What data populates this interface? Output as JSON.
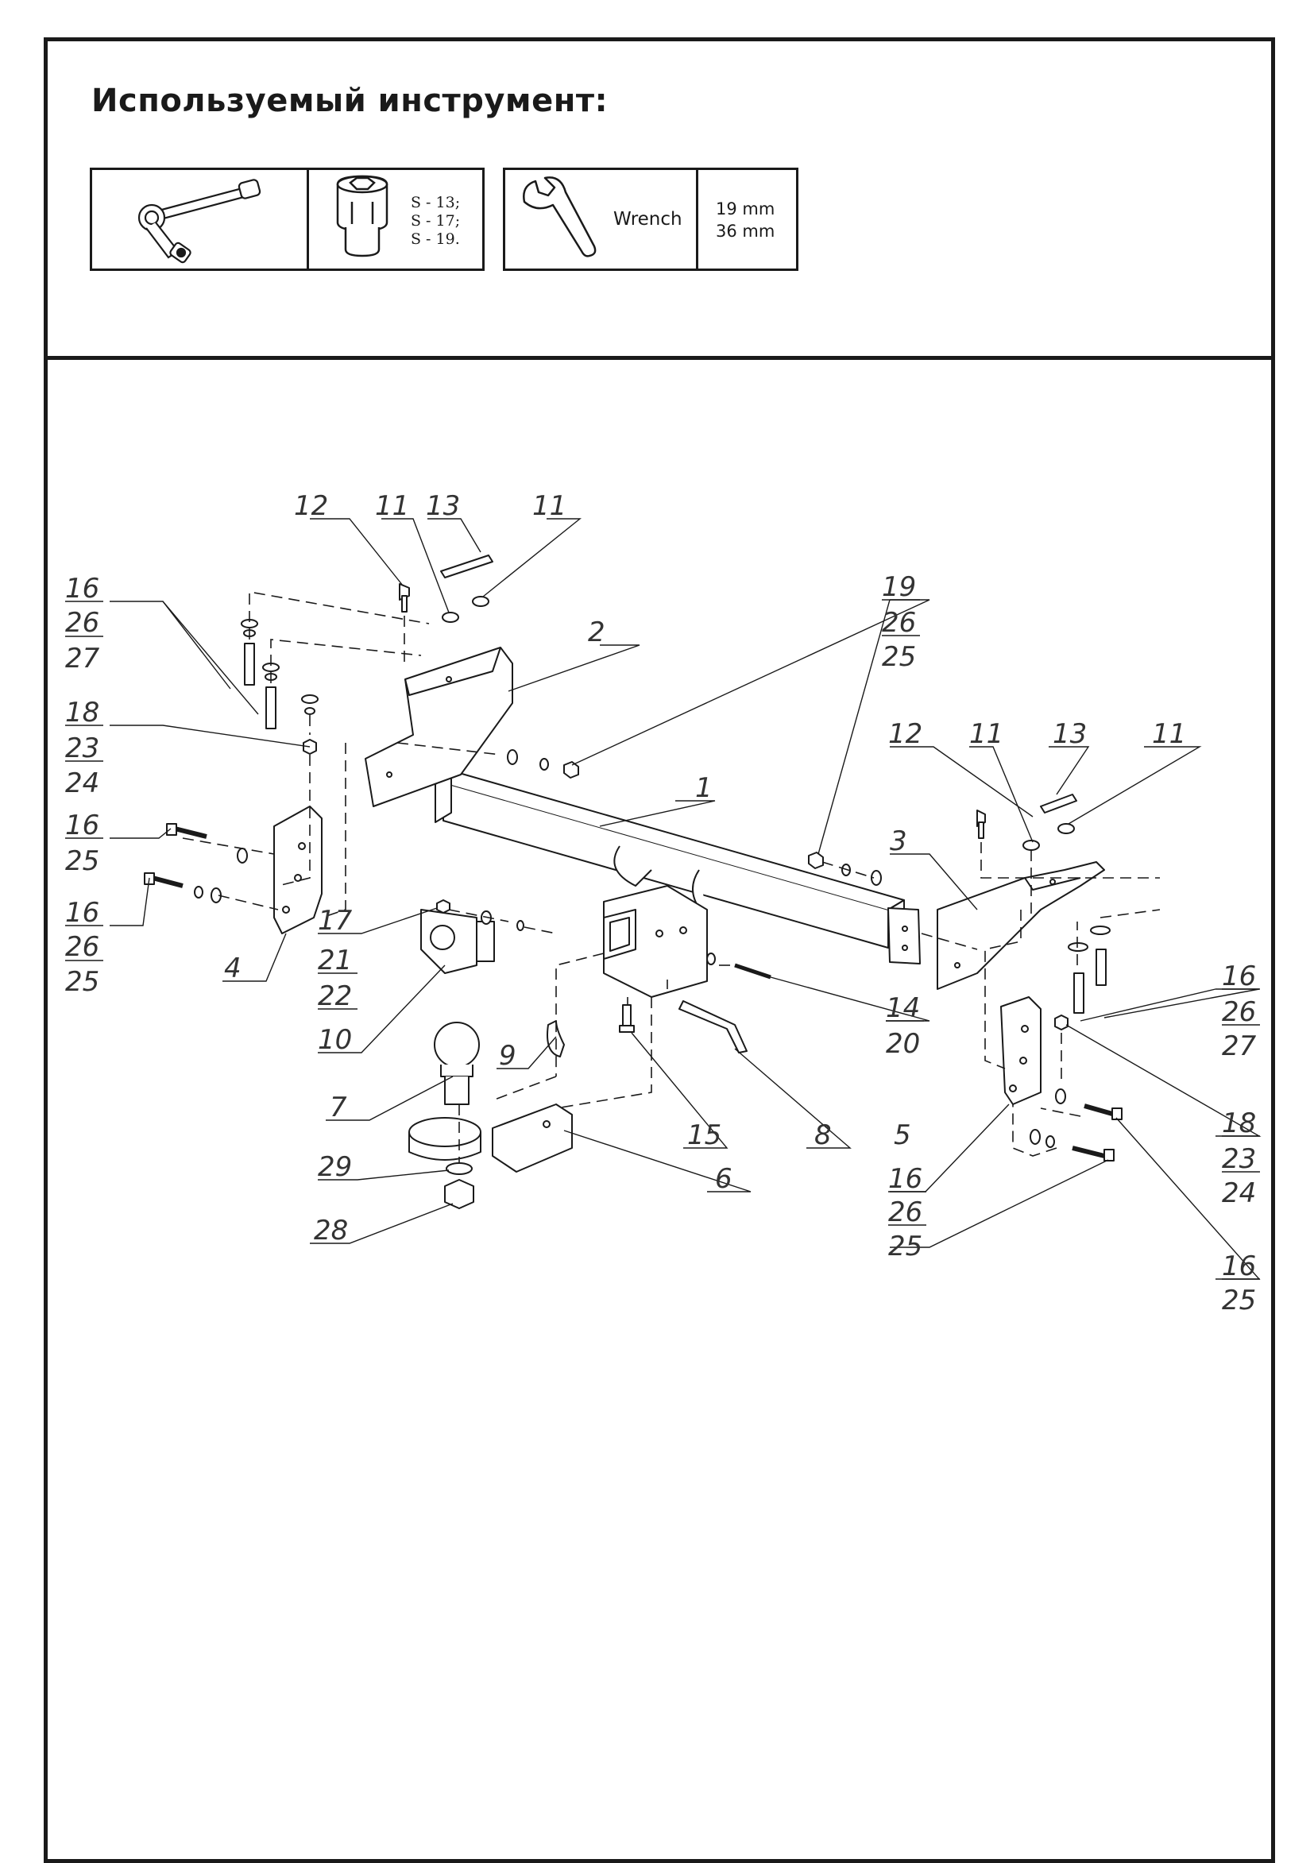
{
  "tools_section": {
    "title": "Используемый инструмент:",
    "socket_sizes": [
      "S - 13;",
      "S - 17;",
      "S - 19."
    ],
    "wrench_label": "Wrench",
    "wrench_sizes": [
      "19 mm",
      "36 mm"
    ]
  },
  "tool_icons": [
    "ratchet-icon",
    "socket-icon",
    "wrench-icon"
  ],
  "diagram": {
    "callouts": {
      "c12a": "12",
      "c11a": "11",
      "c13a": "13",
      "c11b": "11",
      "c16a": "16",
      "c26a": "26",
      "c27a": "27",
      "c2": "2",
      "c18a": "18",
      "c23a": "23",
      "c24a": "24",
      "c19": "19",
      "c26b": "26",
      "c25b": "25",
      "c1": "1",
      "c16b": "16",
      "c25c": "25",
      "c16c": "16",
      "c26c": "26",
      "c25d": "25",
      "c4": "4",
      "c17": "17",
      "c21": "21",
      "c22": "22",
      "c10": "10",
      "c9": "9",
      "c7": "7",
      "c29": "29",
      "c28": "28",
      "c15": "15",
      "c6": "6",
      "c14": "14",
      "c20": "20",
      "c8": "8",
      "c12b": "12",
      "c11c": "11",
      "c13b": "13",
      "c11d": "11",
      "c3": "3",
      "c16d": "16",
      "c26d": "26",
      "c27d": "27",
      "c18b": "18",
      "c23b": "23",
      "c24b": "24",
      "c5": "5",
      "c16e": "16",
      "c26e": "26",
      "c25e": "25",
      "c16f": "16",
      "c25f": "25"
    }
  }
}
